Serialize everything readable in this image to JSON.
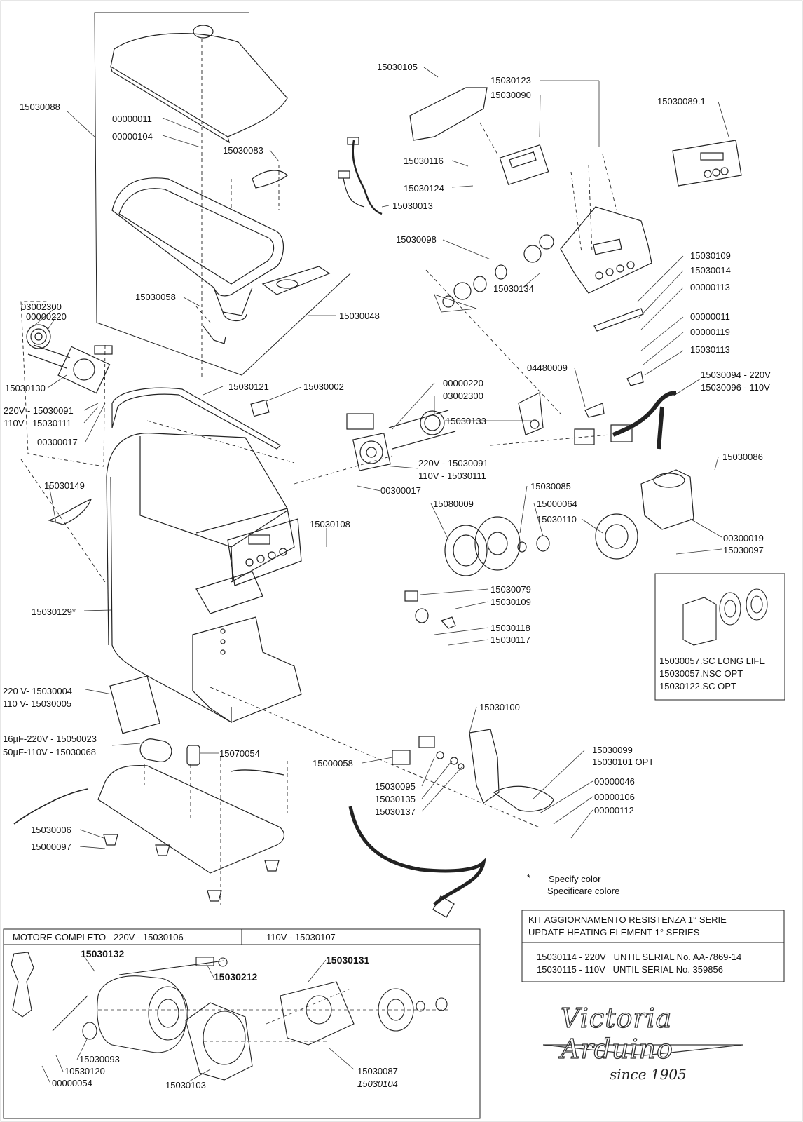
{
  "parts_top": {
    "p15030088": "15030088",
    "p00000011a": "00000011",
    "p00000104": "00000104",
    "p15030083": "15030083",
    "p15030058": "15030058",
    "p15030048": "15030048",
    "p15030105": "15030105",
    "p15030123": "15030123",
    "p15030090": "15030090",
    "p15030116": "15030116",
    "p15030124": "15030124",
    "p15030013": "15030013",
    "p15030089": "15030089.1",
    "p15030098": "15030098",
    "p15030134": "15030134",
    "p15030109a": "15030109",
    "p15030014": "15030014",
    "p00000113": "00000113",
    "p00000011b": "00000011",
    "p00000119": "00000119",
    "p15030113": "15030113",
    "p04480009": "04480009",
    "p15030094": "15030094 - 220V",
    "p15030096": "15030096 - 110V"
  },
  "parts_left": {
    "p03002300a": "03002300",
    "p00000220a": "00000220",
    "p15030130": "15030130",
    "p15030091a": "220V - 15030091",
    "p15030111a": "110V - 15030111",
    "p00300017a": "00300017",
    "p15030149": "15030149",
    "p15030121": "15030121",
    "p15030002": "15030002",
    "p00000220b": "00000220",
    "p03002300b": "03002300",
    "p15030133": "15030133",
    "p15030091b": "220V - 15030091",
    "p15030111b": "110V - 15030111",
    "p00300017b": "00300017",
    "p15030086": "15030086",
    "p15030085": "15030085",
    "p15000064": "15000064",
    "p15080009": "15080009",
    "p15030110": "15030110",
    "p15030108": "15030108",
    "p00300019": "00300019",
    "p15030097": "15030097",
    "p15030129": "15030129*",
    "p15030079": "15030079",
    "p15030109b": "15030109",
    "p15030118": "15030118",
    "p15030117": "15030117"
  },
  "parts_bottom": {
    "p15030004": "220 V- 15030004",
    "p15030005": "110 V- 15030005",
    "p15050023": "16µF-220V - 15050023",
    "p15030068": "50µF-110V - 15030068",
    "p15070054": "15070054",
    "p15000058": "15000058",
    "p15030100": "15030100",
    "p15030099": "15030099",
    "p15030101": "15030101 OPT",
    "p00000046": "00000046",
    "p00000106": "00000106",
    "p00000112": "00000112",
    "p15030095": "15030095",
    "p15030135": "15030135",
    "p15030137": "15030137",
    "p15030006": "15030006",
    "p15000097": "15000097"
  },
  "legend_burrs": {
    "line1": "15030057.SC LONG LIFE",
    "line2": "15030057.NSC OPT",
    "line3": "15030122.SC OPT"
  },
  "note": {
    "star": "*",
    "en": "Specify color",
    "it": "Specificare colore"
  },
  "kit": {
    "title1": "KIT AGGIORNAMENTO RESISTENZA 1° SERIE",
    "title2": "UPDATE HEATING ELEMENT 1° SERIES",
    "row1": "15030114 - 220V   UNTIL SERIAL No. AA-7869-14",
    "row2": "15030115 - 110V   UNTIL SERIAL No. 359856"
  },
  "motor": {
    "header_left": "MOTORE COMPLETO   220V - 15030106",
    "header_right": "110V - 15030107",
    "p15030132": "15030132",
    "p15030212": "15030212",
    "p15030131": "15030131",
    "p15030093": "15030093",
    "p10530120": "10530120",
    "p00000054": "00000054",
    "p15030103": "15030103",
    "p15030087": "15030087",
    "p15030104": "15030104"
  },
  "logo": {
    "brand": "Victoria Arduino",
    "since": "since 1905"
  }
}
